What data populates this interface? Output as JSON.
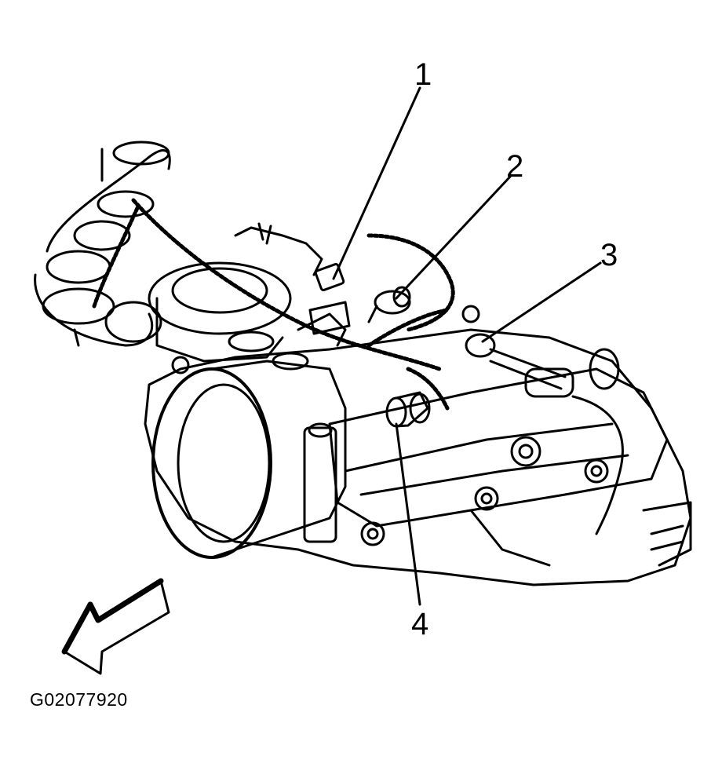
{
  "diagram": {
    "callouts": [
      {
        "label": "1"
      },
      {
        "label": "2"
      },
      {
        "label": "3"
      },
      {
        "label": "4"
      }
    ],
    "figure_id": "G02077920",
    "line_color": "#000000",
    "background_color": "#ffffff"
  }
}
